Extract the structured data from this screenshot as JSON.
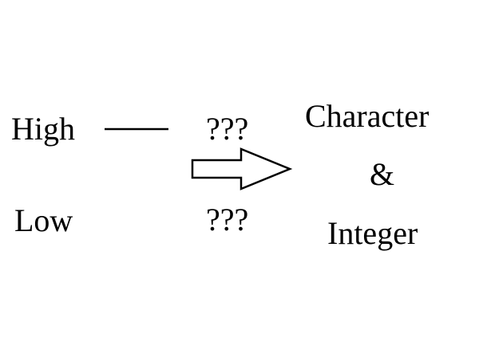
{
  "left": {
    "high": "High",
    "low": "Low"
  },
  "middle": {
    "top": "???",
    "bottom": "???"
  },
  "result": {
    "line1": "Character",
    "line2": "&",
    "line3": "Integer"
  }
}
